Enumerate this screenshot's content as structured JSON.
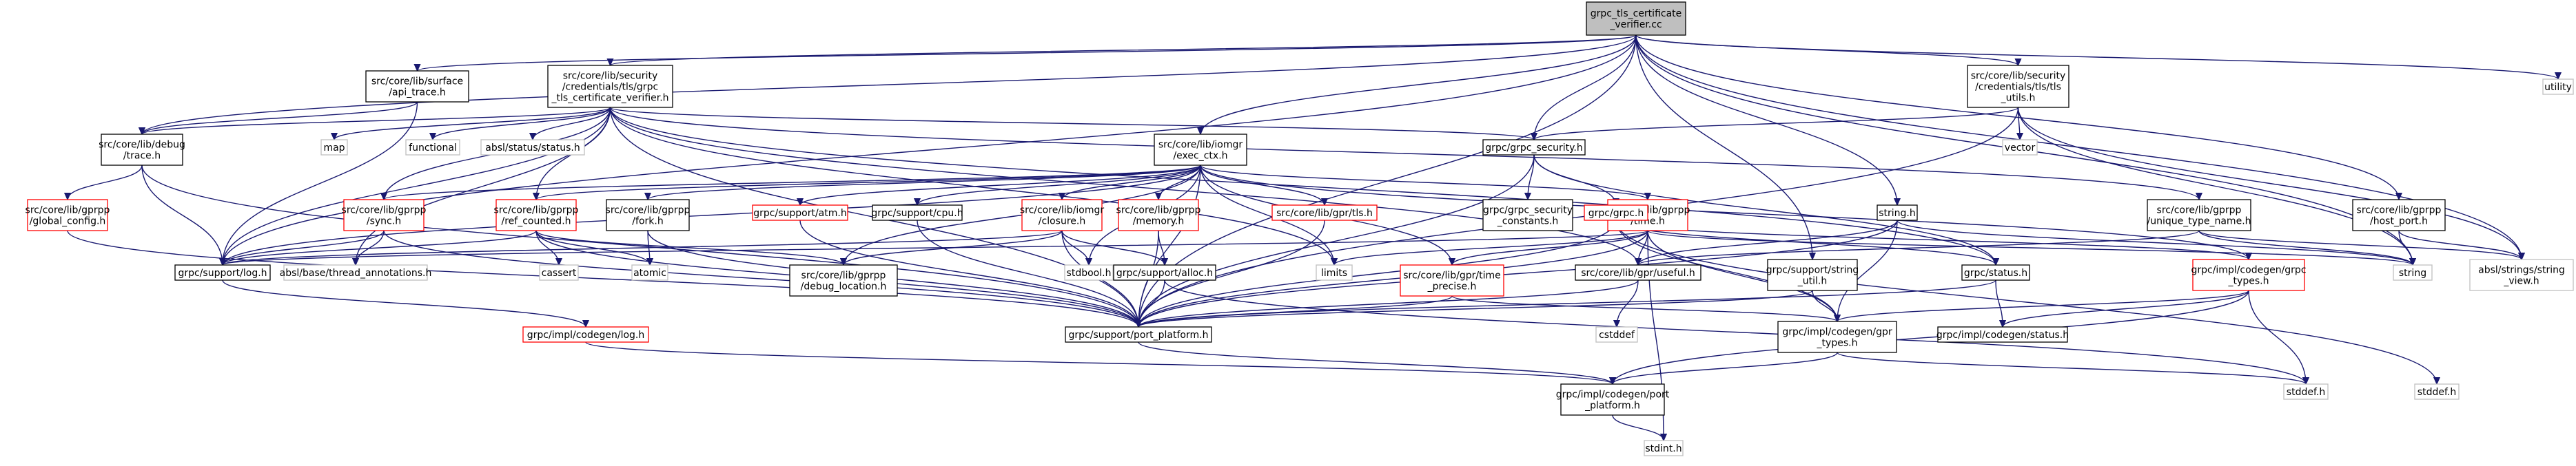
{
  "diagram": {
    "title": "grpc_tls_certificate_verifier.cc",
    "nodes": [
      {
        "id": "root",
        "lines": [
          "grpc_tls_certificate",
          "_verifier.cc"
        ],
        "style": "root"
      },
      {
        "id": "security_verifier",
        "lines": [
          "src/core/lib/security",
          "/credentials/tls/grpc",
          "_tls_certificate_verifier.h"
        ],
        "style": "black"
      },
      {
        "id": "tls_utils",
        "lines": [
          "src/core/lib/security",
          "/credentials/tls/tls",
          "_utils.h"
        ],
        "style": "black"
      },
      {
        "id": "surface_api",
        "lines": [
          "src/core/lib/surface",
          "/api_trace.h"
        ],
        "style": "black"
      },
      {
        "id": "utility",
        "lines": [
          "utility"
        ],
        "style": "gray"
      },
      {
        "id": "debug_trace",
        "lines": [
          "src/core/lib/debug",
          "/trace.h"
        ],
        "style": "black"
      },
      {
        "id": "map",
        "lines": [
          "map"
        ],
        "style": "gray"
      },
      {
        "id": "functional",
        "lines": [
          "functional"
        ],
        "style": "gray"
      },
      {
        "id": "absl_status",
        "lines": [
          "absl/status/status.h"
        ],
        "style": "gray"
      },
      {
        "id": "exec_ctx",
        "lines": [
          "src/core/lib/iomgr",
          "/exec_ctx.h"
        ],
        "style": "black"
      },
      {
        "id": "grpc_security",
        "lines": [
          "grpc/grpc_security.h"
        ],
        "style": "black"
      },
      {
        "id": "vector",
        "lines": [
          "vector"
        ],
        "style": "gray"
      },
      {
        "id": "global_config",
        "lines": [
          "src/core/lib/gprpp",
          "/global_config.h"
        ],
        "style": "red"
      },
      {
        "id": "sync",
        "lines": [
          "src/core/lib/gprpp",
          "/sync.h"
        ],
        "style": "red"
      },
      {
        "id": "ref_counted",
        "lines": [
          "src/core/lib/gprpp",
          "/ref_counted.h"
        ],
        "style": "red"
      },
      {
        "id": "fork",
        "lines": [
          "src/core/lib/gprpp",
          "/fork.h"
        ],
        "style": "black"
      },
      {
        "id": "atm",
        "lines": [
          "grpc/support/atm.h"
        ],
        "style": "red"
      },
      {
        "id": "cpu",
        "lines": [
          "grpc/support/cpu.h"
        ],
        "style": "black"
      },
      {
        "id": "closure",
        "lines": [
          "src/core/lib/iomgr",
          "/closure.h"
        ],
        "style": "red"
      },
      {
        "id": "memory",
        "lines": [
          "src/core/lib/gprpp",
          "/memory.h"
        ],
        "style": "red"
      },
      {
        "id": "gpr_tls",
        "lines": [
          "src/core/lib/gpr/tls.h"
        ],
        "style": "red"
      },
      {
        "id": "gprpp_time",
        "lines": [
          "src/core/lib/gprpp",
          "/time.h"
        ],
        "style": "red"
      },
      {
        "id": "grpc_security_constants",
        "lines": [
          "grpc/grpc_security",
          "_constants.h"
        ],
        "style": "black"
      },
      {
        "id": "grpc_h",
        "lines": [
          "grpc/grpc.h"
        ],
        "style": "red"
      },
      {
        "id": "string_h",
        "lines": [
          "string.h"
        ],
        "style": "black"
      },
      {
        "id": "unique_type_name",
        "lines": [
          "src/core/lib/gprpp",
          "/unique_type_name.h"
        ],
        "style": "black"
      },
      {
        "id": "host_port",
        "lines": [
          "src/core/lib/gprpp",
          "/host_port.h"
        ],
        "style": "black"
      },
      {
        "id": "support_log",
        "lines": [
          "grpc/support/log.h"
        ],
        "style": "black"
      },
      {
        "id": "thread_annotations",
        "lines": [
          "absl/base/thread_annotations.h"
        ],
        "style": "gray"
      },
      {
        "id": "cassert",
        "lines": [
          "cassert"
        ],
        "style": "gray"
      },
      {
        "id": "atomic",
        "lines": [
          "atomic"
        ],
        "style": "gray"
      },
      {
        "id": "debug_location",
        "lines": [
          "src/core/lib/gprpp",
          "/debug_location.h"
        ],
        "style": "black"
      },
      {
        "id": "stdbool",
        "lines": [
          "stdbool.h"
        ],
        "style": "gray"
      },
      {
        "id": "alloc",
        "lines": [
          "grpc/support/alloc.h"
        ],
        "style": "black"
      },
      {
        "id": "limits",
        "lines": [
          "limits"
        ],
        "style": "gray"
      },
      {
        "id": "time_precise",
        "lines": [
          "src/core/lib/gpr/time",
          "_precise.h"
        ],
        "style": "red"
      },
      {
        "id": "useful",
        "lines": [
          "src/core/lib/gpr/useful.h"
        ],
        "style": "black"
      },
      {
        "id": "string_util",
        "lines": [
          "grpc/support/string",
          "_util.h"
        ],
        "style": "black"
      },
      {
        "id": "status_h",
        "lines": [
          "grpc/status.h"
        ],
        "style": "black"
      },
      {
        "id": "codegen_grpc_types",
        "lines": [
          "grpc/impl/codegen/grpc",
          "_types.h"
        ],
        "style": "red"
      },
      {
        "id": "string",
        "lines": [
          "string"
        ],
        "style": "gray"
      },
      {
        "id": "string_view",
        "lines": [
          "absl/strings/string",
          "_view.h"
        ],
        "style": "gray"
      },
      {
        "id": "codegen_log",
        "lines": [
          "grpc/impl/codegen/log.h"
        ],
        "style": "red"
      },
      {
        "id": "port_platform",
        "lines": [
          "grpc/support/port_platform.h"
        ],
        "style": "black"
      },
      {
        "id": "cstddef",
        "lines": [
          "cstddef"
        ],
        "style": "gray"
      },
      {
        "id": "gpr_types",
        "lines": [
          "grpc/impl/codegen/gpr",
          "_types.h"
        ],
        "style": "black"
      },
      {
        "id": "codegen_status",
        "lines": [
          "grpc/impl/codegen/status.h"
        ],
        "style": "black"
      },
      {
        "id": "codegen_port_platform",
        "lines": [
          "grpc/impl/codegen/port",
          "_platform.h"
        ],
        "style": "black"
      },
      {
        "id": "stddef_a",
        "lines": [
          "stddef.h"
        ],
        "style": "gray"
      },
      {
        "id": "stddef_b",
        "lines": [
          "stddef.h"
        ],
        "style": "gray"
      },
      {
        "id": "stdint",
        "lines": [
          "stdint.h"
        ],
        "style": "gray"
      }
    ],
    "edges": [
      [
        "root",
        "security_verifier"
      ],
      [
        "root",
        "tls_utils"
      ],
      [
        "root",
        "surface_api"
      ],
      [
        "root",
        "utility"
      ],
      [
        "root",
        "debug_trace"
      ],
      [
        "root",
        "exec_ctx"
      ],
      [
        "root",
        "support_log"
      ],
      [
        "root",
        "port_platform"
      ],
      [
        "root",
        "host_port"
      ],
      [
        "root",
        "string_util"
      ],
      [
        "root",
        "string"
      ],
      [
        "root",
        "string_view"
      ],
      [
        "root",
        "grpc_security"
      ],
      [
        "root",
        "string_h"
      ],
      [
        "surface_api",
        "debug_trace"
      ],
      [
        "surface_api",
        "support_log"
      ],
      [
        "security_verifier",
        "map"
      ],
      [
        "security_verifier",
        "functional"
      ],
      [
        "security_verifier",
        "absl_status"
      ],
      [
        "security_verifier",
        "grpc_security"
      ],
      [
        "security_verifier",
        "sync"
      ],
      [
        "security_verifier",
        "ref_counted"
      ],
      [
        "security_verifier",
        "thread_annotations"
      ],
      [
        "security_verifier",
        "port_platform"
      ],
      [
        "security_verifier",
        "support_log"
      ],
      [
        "security_verifier",
        "status_h"
      ],
      [
        "security_verifier",
        "unique_type_name"
      ],
      [
        "security_verifier",
        "debug_trace"
      ],
      [
        "security_verifier",
        "limits"
      ],
      [
        "security_verifier",
        "useful"
      ],
      [
        "tls_utils",
        "grpc_security"
      ],
      [
        "tls_utils",
        "vector"
      ],
      [
        "tls_utils",
        "string"
      ],
      [
        "tls_utils",
        "string_view"
      ],
      [
        "tls_utils",
        "port_platform"
      ],
      [
        "debug_trace",
        "global_config"
      ],
      [
        "debug_trace",
        "port_platform"
      ],
      [
        "debug_trace",
        "support_log"
      ],
      [
        "global_config",
        "port_platform"
      ],
      [
        "exec_ctx",
        "support_log"
      ],
      [
        "exec_ctx",
        "fork"
      ],
      [
        "exec_ctx",
        "atm"
      ],
      [
        "exec_ctx",
        "cpu"
      ],
      [
        "exec_ctx",
        "closure"
      ],
      [
        "exec_ctx",
        "memory"
      ],
      [
        "exec_ctx",
        "gpr_tls"
      ],
      [
        "exec_ctx",
        "gprpp_time"
      ],
      [
        "exec_ctx",
        "debug_location"
      ],
      [
        "exec_ctx",
        "limits"
      ],
      [
        "exec_ctx",
        "time_precise"
      ],
      [
        "exec_ctx",
        "port_platform"
      ],
      [
        "exec_ctx",
        "codegen_grpc_types"
      ],
      [
        "exec_ctx",
        "ref_counted"
      ],
      [
        "exec_ctx",
        "sync"
      ],
      [
        "exec_ctx",
        "stdbool"
      ],
      [
        "grpc_security",
        "grpc_security_constants"
      ],
      [
        "grpc_security",
        "grpc_h"
      ],
      [
        "grpc_security",
        "status_h"
      ],
      [
        "grpc_security",
        "port_platform"
      ],
      [
        "sync",
        "support_log"
      ],
      [
        "sync",
        "thread_annotations"
      ],
      [
        "sync",
        "port_platform"
      ],
      [
        "ref_counted",
        "support_log"
      ],
      [
        "ref_counted",
        "cassert"
      ],
      [
        "ref_counted",
        "atomic"
      ],
      [
        "ref_counted",
        "debug_location"
      ],
      [
        "ref_counted",
        "port_platform"
      ],
      [
        "fork",
        "atomic"
      ],
      [
        "fork",
        "port_platform"
      ],
      [
        "atm",
        "port_platform"
      ],
      [
        "cpu",
        "port_platform"
      ],
      [
        "closure",
        "debug_location"
      ],
      [
        "closure",
        "support_log"
      ],
      [
        "closure",
        "alloc"
      ],
      [
        "closure",
        "stdbool"
      ],
      [
        "closure",
        "port_platform"
      ],
      [
        "memory",
        "alloc"
      ],
      [
        "memory",
        "port_platform"
      ],
      [
        "gpr_tls",
        "port_platform"
      ],
      [
        "gprpp_time",
        "limits"
      ],
      [
        "gprpp_time",
        "time_precise"
      ],
      [
        "gprpp_time",
        "useful"
      ],
      [
        "gprpp_time",
        "gpr_types"
      ],
      [
        "gprpp_time",
        "support_log"
      ],
      [
        "gprpp_time",
        "string"
      ],
      [
        "gprpp_time",
        "stdint"
      ],
      [
        "gprpp_time",
        "port_platform"
      ],
      [
        "grpc_h",
        "status_h"
      ],
      [
        "grpc_h",
        "codegen_grpc_types"
      ],
      [
        "grpc_h",
        "port_platform"
      ],
      [
        "grpc_h",
        "stddef_b"
      ],
      [
        "grpc_h",
        "gpr_types"
      ],
      [
        "string_h",
        "useful"
      ],
      [
        "string_h",
        "string"
      ],
      [
        "string_h",
        "port_platform"
      ],
      [
        "string_h",
        "gpr_types"
      ],
      [
        "unique_type_name",
        "string"
      ],
      [
        "unique_type_name",
        "string_view"
      ],
      [
        "unique_type_name",
        "useful"
      ],
      [
        "host_port",
        "string"
      ],
      [
        "host_port",
        "string_view"
      ],
      [
        "support_log",
        "codegen_log"
      ],
      [
        "alloc",
        "stddef_a"
      ],
      [
        "alloc",
        "port_platform"
      ],
      [
        "time_precise",
        "gpr_types"
      ],
      [
        "time_precise",
        "port_platform"
      ],
      [
        "useful",
        "cstddef"
      ],
      [
        "useful",
        "port_platform"
      ],
      [
        "string_util",
        "gpr_types"
      ],
      [
        "string_util",
        "port_platform"
      ],
      [
        "status_h",
        "codegen_status"
      ],
      [
        "status_h",
        "port_platform"
      ],
      [
        "codegen_grpc_types",
        "gpr_types"
      ],
      [
        "codegen_grpc_types",
        "codegen_status"
      ],
      [
        "codegen_grpc_types",
        "stddef_a"
      ],
      [
        "codegen_grpc_types",
        "codegen_port_platform"
      ],
      [
        "codegen_log",
        "codegen_port_platform"
      ],
      [
        "port_platform",
        "codegen_port_platform"
      ],
      [
        "gpr_types",
        "codegen_port_platform"
      ],
      [
        "gpr_types",
        "stddef_a"
      ],
      [
        "codegen_port_platform",
        "stdint"
      ]
    ]
  }
}
